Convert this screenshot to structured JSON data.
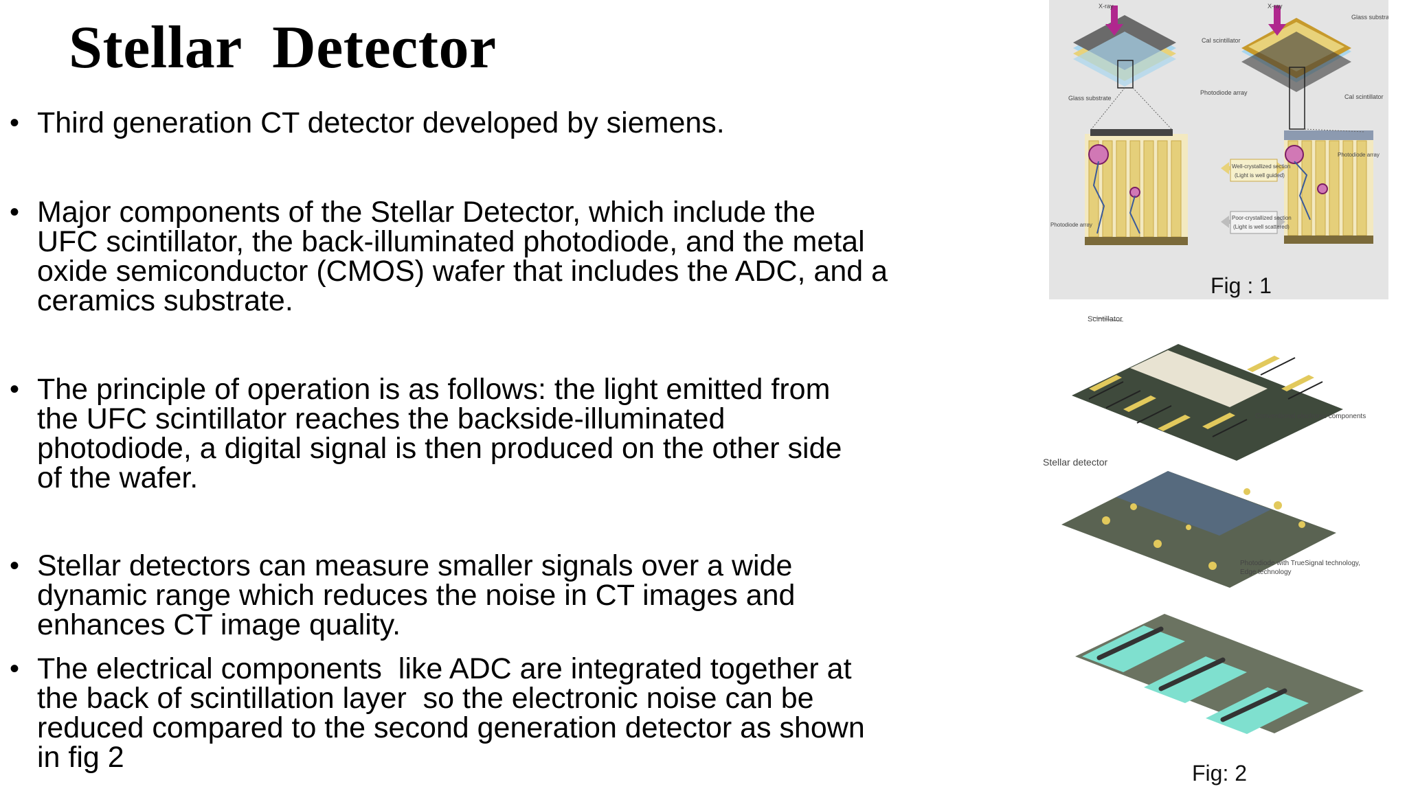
{
  "slide": {
    "title": "Stellar  Detector",
    "bullets": [
      {
        "lines": [
          "Third generation CT detector developed by siemens."
        ]
      },
      {
        "lines": [
          "Major components of the Stellar Detector, which include the",
          "UFC scintillator, the back-illuminated photodiode, and the metal",
          "oxide semiconductor (CMOS) wafer that includes the ADC, and a",
          "ceramics substrate."
        ]
      },
      {
        "lines": [
          "The principle of operation is as follows: the light emitted from",
          "the UFC scintillator reaches the backside-illuminated",
          "photodiode, a digital signal is then produced on the other side",
          "of the wafer."
        ]
      },
      {
        "lines": [
          "Stellar detectors can measure smaller signals over a wide",
          "dynamic range which reduces the noise in CT images and",
          "enhances CT image quality."
        ]
      },
      {
        "lines": [
          "The electrical components  like ADC are integrated together at",
          "the back of scintillation layer  so the electronic noise can be",
          "reduced compared to the second generation detector as shown",
          "in fig 2"
        ]
      }
    ],
    "bullet_symbol": "•"
  },
  "figures": {
    "fig1": {
      "caption": "Fig : 1",
      "labels": {
        "xray_left": "X-ray",
        "xray_right": "X-ray",
        "cal_scintillator_top": "CaI scintillator",
        "glass_substrate_right": "Glass substrate",
        "glass_substrate_left": "Glass substrate",
        "photodiode_array_mid": "Photodiode array",
        "cal_scintillator_right": "CaI scintillator",
        "photodiode_array_right": "Photodiode array",
        "photodiode_array_left": "Photodiode array",
        "well_crystallized": "Well-crystallized section",
        "well_crystallized_note": "(Light is well guided)",
        "poor_crystallized": "Poor-crystallized section",
        "poor_crystallized_note": "(Light is well scattered)"
      }
    },
    "fig2": {
      "caption": "Fig: 2",
      "labels": {
        "scintillator": "Scintillator",
        "conventional": "Conventional electronic components",
        "stellar": "Stellar detector",
        "photodiode_line1": "Photodiode with TrueSignal technology,",
        "photodiode_line2": "Edge technology"
      }
    }
  },
  "colors": {
    "background": "#ffffff",
    "text": "#000000",
    "fig1_background": "#e4e4e4",
    "arrow_magenta": "#b0278e",
    "scintillator_yellow": "#e8d27a",
    "glass_blue": "#a9d6ee",
    "board_dark": "#3e4a3a",
    "board_teal": "#7fe0cf"
  }
}
